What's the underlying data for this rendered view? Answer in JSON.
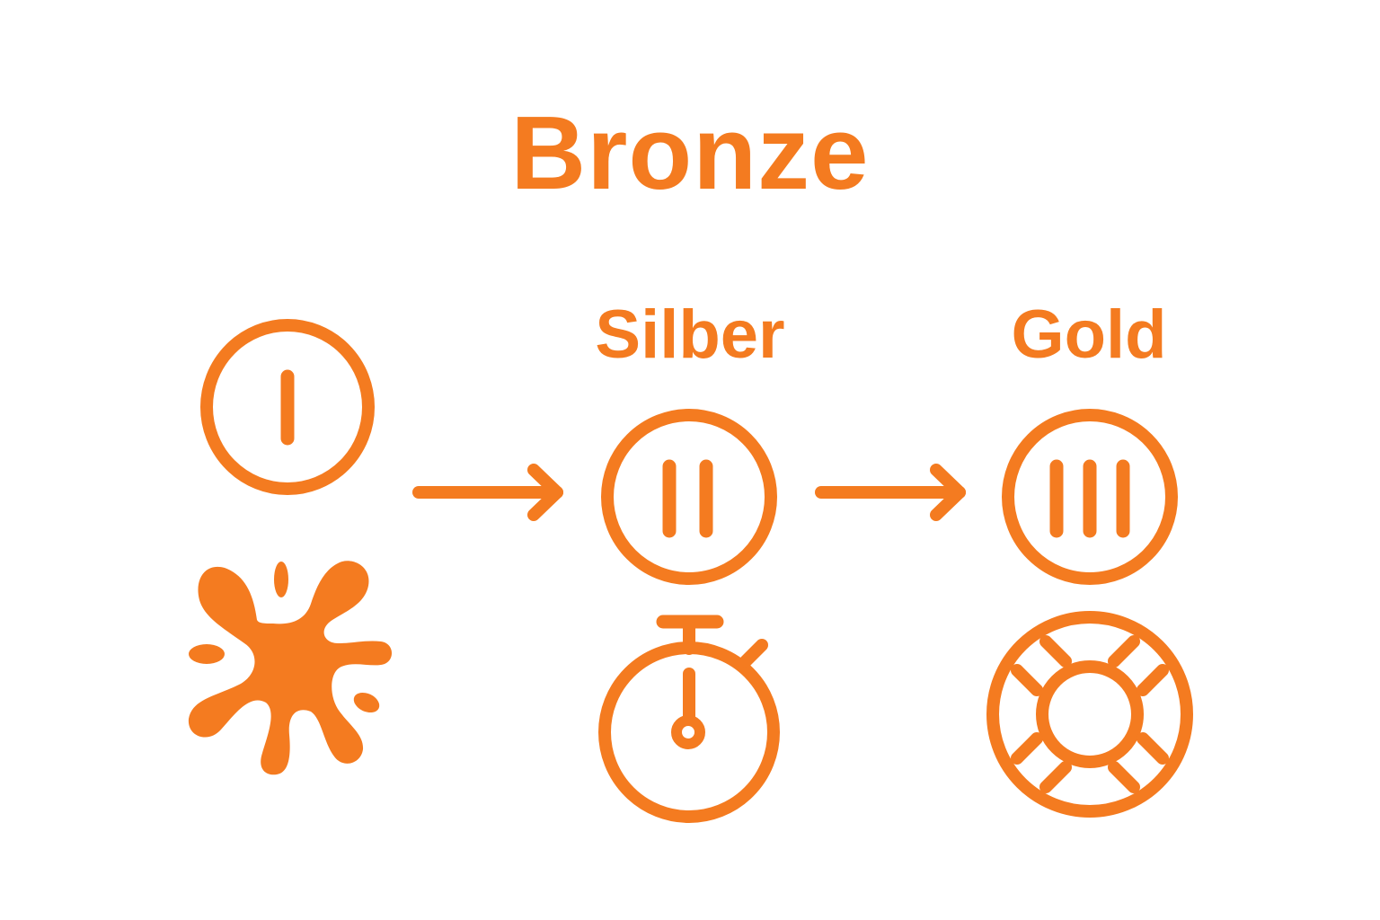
{
  "title": "Bronze",
  "levels": [
    {
      "label": "",
      "numeral": "I",
      "icon": "splash-icon"
    },
    {
      "label": "Silber",
      "numeral": "II",
      "icon": "stopwatch-icon"
    },
    {
      "label": "Gold",
      "numeral": "III",
      "icon": "lifebuoy-icon"
    }
  ],
  "colors": {
    "accent": "#F47B20",
    "background": "#FFFFFF"
  }
}
